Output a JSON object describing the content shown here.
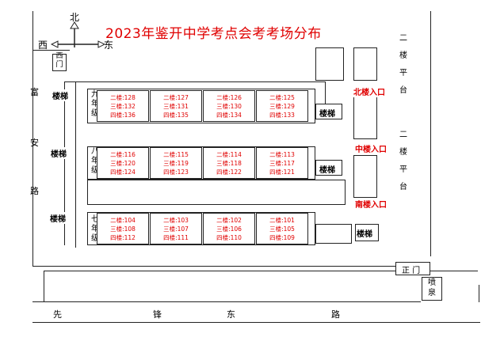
{
  "title": "2023年鉴开中学考点会考考场分布",
  "compass": {
    "north": "北",
    "west": "西",
    "east": "东"
  },
  "west_gate": "西门",
  "left_road": [
    "富",
    "安",
    "路"
  ],
  "bottom_road": [
    "先",
    "锋",
    "东",
    "路"
  ],
  "main_gate": "正 门",
  "fountain": "喷泉",
  "stairs_label": "楼梯",
  "platforms": [
    "二楼平台",
    "二楼平台"
  ],
  "entrances": {
    "north": "北楼入口",
    "middle": "中楼入口",
    "south": "南楼入口"
  },
  "buildings": [
    {
      "grade": "九年级",
      "rooms": [
        [
          "二楼:128",
          "三楼:132",
          "四楼:136"
        ],
        [
          "二楼:127",
          "三楼:131",
          "四楼:135"
        ],
        [
          "二楼:126",
          "三楼:130",
          "四楼:134"
        ],
        [
          "二楼:125",
          "三楼:129",
          "四楼:133"
        ]
      ]
    },
    {
      "grade": "八年级",
      "rooms": [
        [
          "二楼:116",
          "三楼:120",
          "四楼:124"
        ],
        [
          "二楼:115",
          "三楼:119",
          "四楼:123"
        ],
        [
          "二楼:114",
          "三楼:118",
          "四楼:122"
        ],
        [
          "二楼:113",
          "三楼:117",
          "四楼:121"
        ]
      ]
    },
    {
      "grade": "七年级",
      "rooms": [
        [
          "二楼:104",
          "三楼:108",
          "四楼:112"
        ],
        [
          "二楼:103",
          "三楼:107",
          "四楼:111"
        ],
        [
          "二楼:102",
          "三楼:106",
          "四楼:110"
        ],
        [
          "二楼:101",
          "三楼:105",
          "四楼:109"
        ]
      ]
    }
  ]
}
